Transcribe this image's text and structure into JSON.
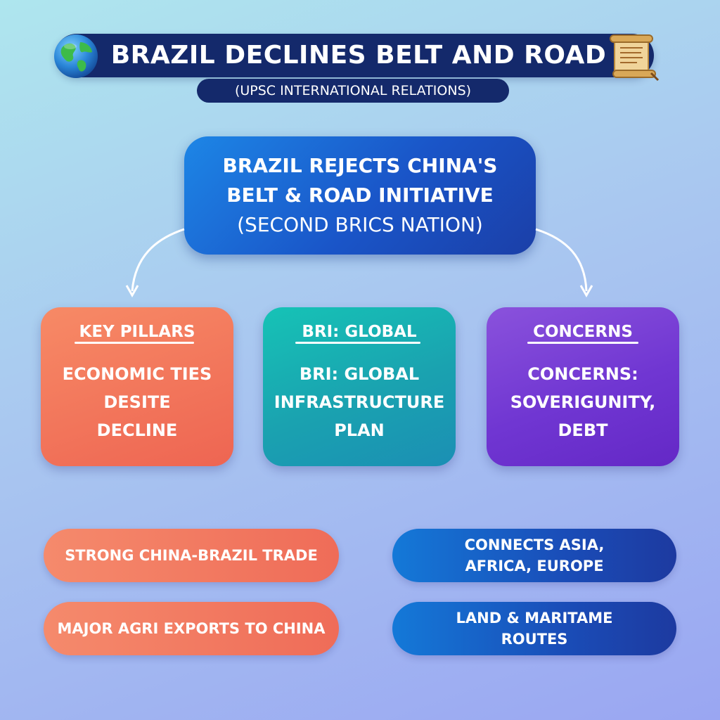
{
  "header": {
    "title": "BRAZIL DECLINES BELT AND ROAD",
    "subtitle": "(UPSC INTERNATIONAL RELATIONS)",
    "left_icon": "globe-icon",
    "right_icon": "scroll-icon"
  },
  "main": {
    "line1": "BRAZIL REJECTS CHINA'S",
    "line2": "BELT & ROAD INITIATIVE",
    "line3": "(SECOND BRICS NATION)"
  },
  "cards": [
    {
      "heading": "KEY PILLARS",
      "body": [
        "ECONOMIC TIES",
        "DESITE",
        "DECLINE"
      ],
      "color": "#ef6c54"
    },
    {
      "heading": "BRI: GLOBAL",
      "body": [
        "BRI: GLOBAL",
        "INFRASTRUCTURE",
        "PLAN"
      ],
      "color": "#17b3ae"
    },
    {
      "heading": "CONCERNS",
      "body": [
        "CONCERNS:",
        "SOVERIGUNITY,",
        "DEBT"
      ],
      "color": "#7a3fd6"
    }
  ],
  "pills": {
    "left": [
      "STRONG CHINA-BRAZIL TRADE",
      "MAJOR AGRI EXPORTS TO CHINA"
    ],
    "right": [
      [
        "CONNECTS ASIA,",
        "AFRICA, EUROPE"
      ],
      [
        "LAND & MARITAME",
        "ROUTES"
      ]
    ]
  },
  "colors": {
    "title_bar": "#14296b",
    "main_box": "#1a55c8",
    "pill_orange": "#ef6c58",
    "pill_blue": "#1a4db8"
  }
}
